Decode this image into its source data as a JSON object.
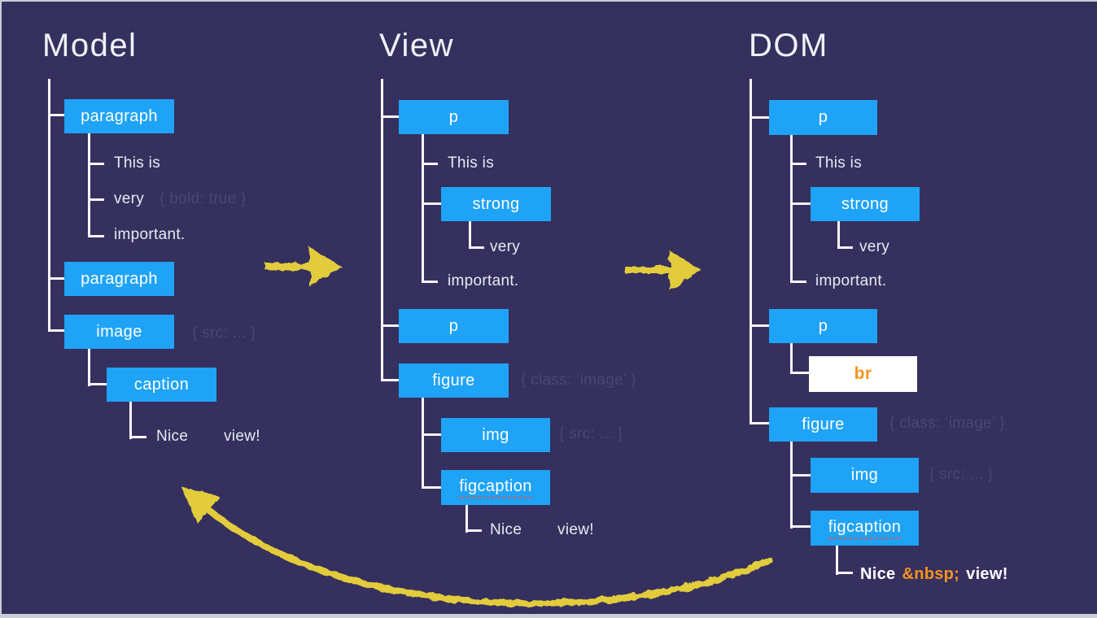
{
  "colors": {
    "bg": "#35305e",
    "frame": "#c9ced6",
    "node-blue": "#1fa3f6",
    "node-white": "#ffffff",
    "line": "#f7f7fa",
    "text-light": "#e9eaf2",
    "attr-dim": "#4b4672",
    "arrow-yellow": "#ead33b",
    "orange": "#f5941d",
    "squiggle-red": "#e05252"
  },
  "model": {
    "title": "Model",
    "paragraph1": "paragraph",
    "this_is": "This is",
    "very": "very",
    "bold_attr": "{ bold: true }",
    "important": "important.",
    "paragraph2": "paragraph",
    "image": "image",
    "src_attr": "{ src: ... }",
    "caption": "caption",
    "nice": "Nice",
    "view_excl": "view!"
  },
  "view": {
    "title": "View",
    "p1": "p",
    "this_is": "This is",
    "strong": "strong",
    "very": "very",
    "important": "important.",
    "p2": "p",
    "figure": "figure",
    "class_attr": "{ class: ‘image’ }",
    "img": "img",
    "src_attr": "{ src: ... }",
    "figcaption": "figcaption",
    "nice": "Nice",
    "view_excl": "view!"
  },
  "dom": {
    "title": "DOM",
    "p1": "p",
    "this_is": "This is",
    "strong": "strong",
    "very": "very",
    "important": "important.",
    "p2": "p",
    "br": "br",
    "figure": "figure",
    "class_attr": "{ class: ‘image’ }",
    "img": "img",
    "src_attr": "{ src: ... }",
    "figcaption": "figcaption",
    "nice": "Nice",
    "nbsp_entity": "&nbsp;",
    "view_excl": "view!"
  }
}
